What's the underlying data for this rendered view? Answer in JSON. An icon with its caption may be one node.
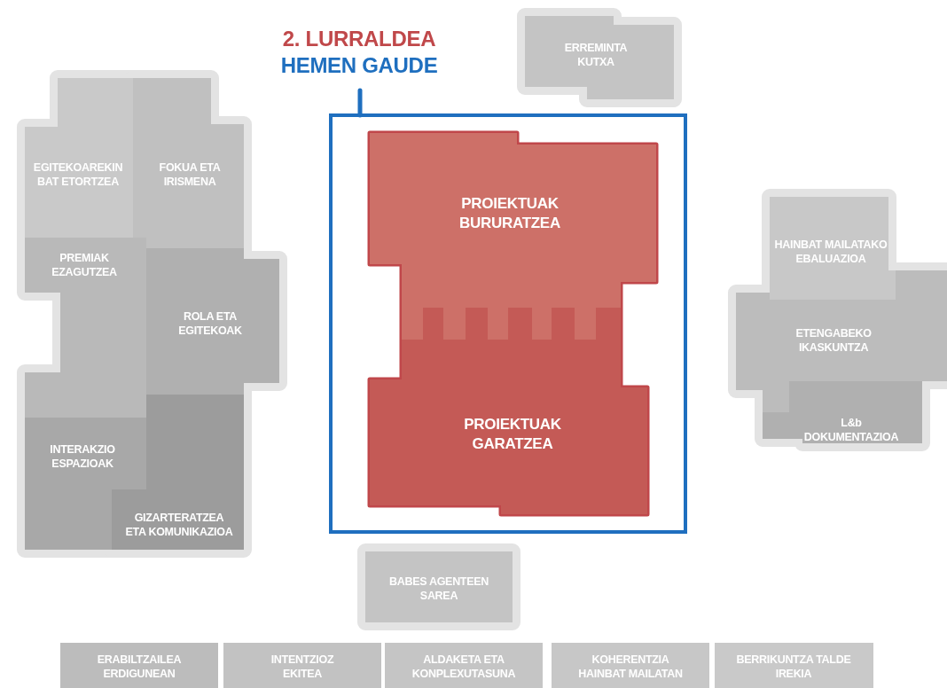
{
  "diagram": {
    "nodes": [
      {
        "text": [
          "2. LURRALDEA",
          "HEMEN GAUDE"
        ]
      },
      {
        "text": [
          "PROIEKTUAK BURURATZEA"
        ],
        "in": 0
      },
      {
        "text": [
          "PROIEKTUAK GARATZEA"
        ],
        "in": 0
      },
      {
        "text": [
          "ERREMINTA KUTXA"
        ]
      },
      {
        "text": [
          "EGITEKOAREKIN BAT ETORTZEA"
        ]
      },
      {
        "text": [
          "FOKUA ETA IRISMENA"
        ]
      },
      {
        "text": [
          "PREMIAK EZAGUTZEA"
        ]
      },
      {
        "text": [
          "ROLA ETA EGITEKOAK"
        ]
      },
      {
        "text": [
          "INTERAKZIO ESPAZIOAK"
        ]
      },
      {
        "text": [
          "GIZARTERATZEA ETA KOMUNIKAZIOA"
        ]
      },
      {
        "text": [
          "HAINBAT MAILATAKO EBALUAZIOA"
        ]
      },
      {
        "text": [
          "ETENGABEKO IKASKUNTZA"
        ]
      },
      {
        "text": [
          "L&b DOKUMENTAZIOA"
        ]
      },
      {
        "text": [
          "BABES AGENTEEN SAREA"
        ]
      },
      {
        "text": [
          "ERABILTZAILEA ERDIGUNEAN"
        ]
      },
      {
        "text": [
          "INTENTZIOZ EKITEA"
        ]
      },
      {
        "text": [
          "ALDAKETA ETA KONPLEXUTASUNA"
        ]
      },
      {
        "text": [
          "KOHERENTZIA HAINBAT MAILATAN"
        ]
      },
      {
        "text": [
          "BERRIKUNTZA TALDE IREKIA"
        ]
      }
    ],
    "edges": []
  }
}
